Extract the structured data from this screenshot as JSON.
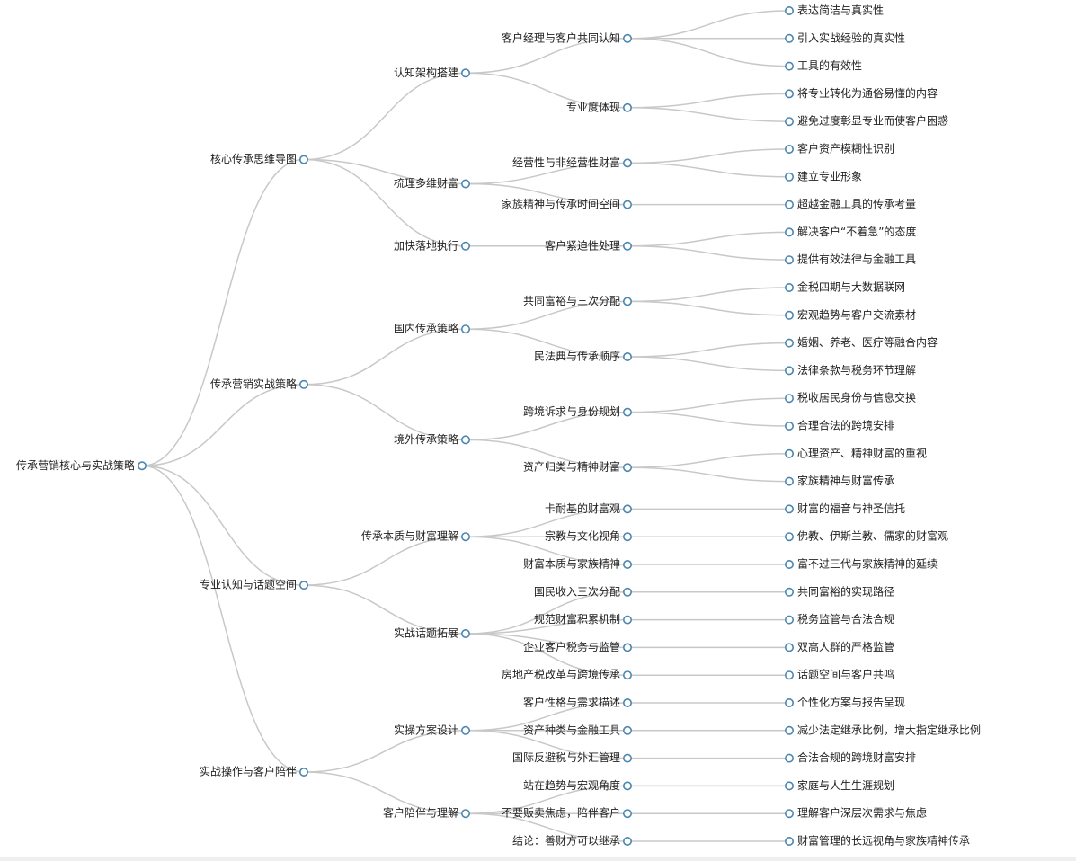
{
  "tree": {
    "label": "传承营销核心与实战策略",
    "children": [
      {
        "label": "核心传承思维导图",
        "children": [
          {
            "label": "认知架构搭建",
            "children": [
              {
                "label": "客户经理与客户共同认知",
                "children": [
                  {
                    "label": "表达简洁与真实性"
                  },
                  {
                    "label": "引入实战经验的真实性"
                  },
                  {
                    "label": "工具的有效性"
                  }
                ]
              },
              {
                "label": "专业度体现",
                "children": [
                  {
                    "label": "将专业转化为通俗易懂的内容"
                  },
                  {
                    "label": "避免过度彰显专业而使客户困惑"
                  }
                ]
              }
            ]
          },
          {
            "label": "梳理多维财富",
            "children": [
              {
                "label": "经营性与非经营性财富",
                "children": [
                  {
                    "label": "客户资产模糊性识别"
                  },
                  {
                    "label": "建立专业形象"
                  }
                ]
              },
              {
                "label": "家族精神与传承时间空间",
                "children": [
                  {
                    "label": "超越金融工具的传承考量"
                  }
                ]
              }
            ]
          },
          {
            "label": "加快落地执行",
            "children": [
              {
                "label": "客户紧迫性处理",
                "children": [
                  {
                    "label": "解决客户“不着急”的态度"
                  },
                  {
                    "label": "提供有效法律与金融工具"
                  }
                ]
              }
            ]
          }
        ]
      },
      {
        "label": "传承营销实战策略",
        "children": [
          {
            "label": "国内传承策略",
            "children": [
              {
                "label": "共同富裕与三次分配",
                "children": [
                  {
                    "label": "金税四期与大数据联网"
                  },
                  {
                    "label": "宏观趋势与客户交流素材"
                  }
                ]
              },
              {
                "label": "民法典与传承顺序",
                "children": [
                  {
                    "label": "婚姻、养老、医疗等融合内容"
                  },
                  {
                    "label": "法律条款与税务环节理解"
                  }
                ]
              }
            ]
          },
          {
            "label": "境外传承策略",
            "children": [
              {
                "label": "跨境诉求与身份规划",
                "children": [
                  {
                    "label": "税收居民身份与信息交换"
                  },
                  {
                    "label": "合理合法的跨境安排"
                  }
                ]
              },
              {
                "label": "资产归类与精神财富",
                "children": [
                  {
                    "label": "心理资产、精神财富的重视"
                  },
                  {
                    "label": "家族精神与财富传承"
                  }
                ]
              }
            ]
          }
        ]
      },
      {
        "label": "专业认知与话题空间",
        "children": [
          {
            "label": "传承本质与财富理解",
            "children": [
              {
                "label": "卡耐基的财富观",
                "children": [
                  {
                    "label": "财富的福音与神圣信托"
                  }
                ]
              },
              {
                "label": "宗教与文化视角",
                "children": [
                  {
                    "label": "佛教、伊斯兰教、儒家的财富观"
                  }
                ]
              },
              {
                "label": "财富本质与家族精神",
                "children": [
                  {
                    "label": "富不过三代与家族精神的延续"
                  }
                ]
              }
            ]
          },
          {
            "label": "实战话题拓展",
            "children": [
              {
                "label": "国民收入三次分配",
                "children": [
                  {
                    "label": "共同富裕的实现路径"
                  }
                ]
              },
              {
                "label": "规范财富积累机制",
                "children": [
                  {
                    "label": "税务监管与合法合规"
                  }
                ]
              },
              {
                "label": "企业客户税务与监管",
                "children": [
                  {
                    "label": "双高人群的严格监管"
                  }
                ]
              },
              {
                "label": "房地产税改革与跨境传承",
                "children": [
                  {
                    "label": "话题空间与客户共鸣"
                  }
                ]
              }
            ]
          }
        ]
      },
      {
        "label": "实战操作与客户陪伴",
        "children": [
          {
            "label": "实操方案设计",
            "children": [
              {
                "label": "客户性格与需求描述",
                "children": [
                  {
                    "label": "个性化方案与报告呈现"
                  }
                ]
              },
              {
                "label": "资产种类与金融工具",
                "children": [
                  {
                    "label": "减少法定继承比例，增大指定继承比例"
                  }
                ]
              },
              {
                "label": "国际反避税与外汇管理",
                "children": [
                  {
                    "label": "合法合规的跨境财富安排"
                  }
                ]
              }
            ]
          },
          {
            "label": "客户陪伴与理解",
            "children": [
              {
                "label": "站在趋势与宏观角度",
                "children": [
                  {
                    "label": "家庭与人生生涯规划"
                  }
                ]
              },
              {
                "label": "不要贩卖焦虑，陪伴客户",
                "children": [
                  {
                    "label": "理解客户深层次需求与焦虑"
                  }
                ]
              },
              {
                "label": "结论：善财方可以继承",
                "children": [
                  {
                    "label": "财富管理的长远视角与家族精神传承"
                  }
                ]
              }
            ]
          }
        ]
      }
    ]
  }
}
